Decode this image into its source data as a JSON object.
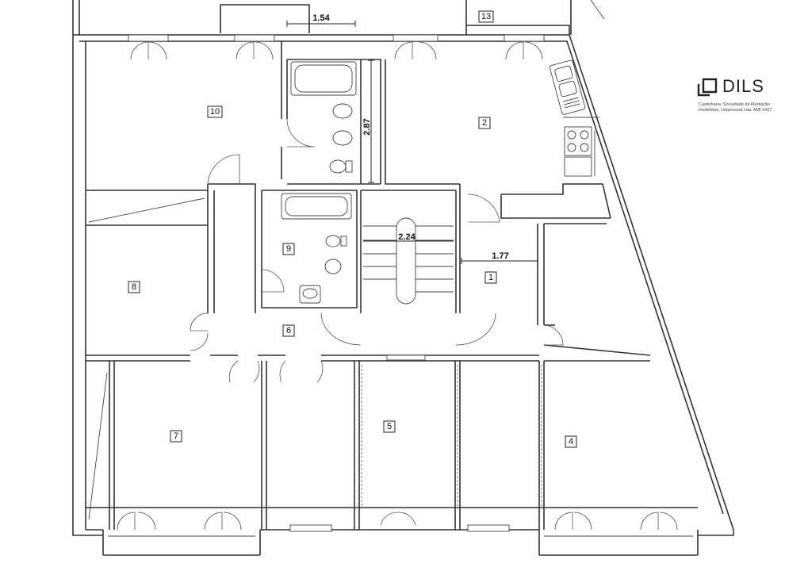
{
  "rooms": [
    {
      "id": "1",
      "label": "1"
    },
    {
      "id": "2",
      "label": "2"
    },
    {
      "id": "4",
      "label": "4"
    },
    {
      "id": "5",
      "label": "5"
    },
    {
      "id": "6",
      "label": "6"
    },
    {
      "id": "7",
      "label": "7"
    },
    {
      "id": "8",
      "label": "8"
    },
    {
      "id": "9",
      "label": "9"
    },
    {
      "id": "10",
      "label": "10"
    },
    {
      "id": "13",
      "label": "13"
    }
  ],
  "dimensions": {
    "top": "1.54",
    "vertical": "2.87",
    "stair": "2.24",
    "room1": "1.77"
  },
  "brand": {
    "name": "DILS",
    "tagline1": "Castelhana, Sociedade de Mediação",
    "tagline2": "Imobiliária, Unipessoal Lda.    AMI 3407"
  }
}
